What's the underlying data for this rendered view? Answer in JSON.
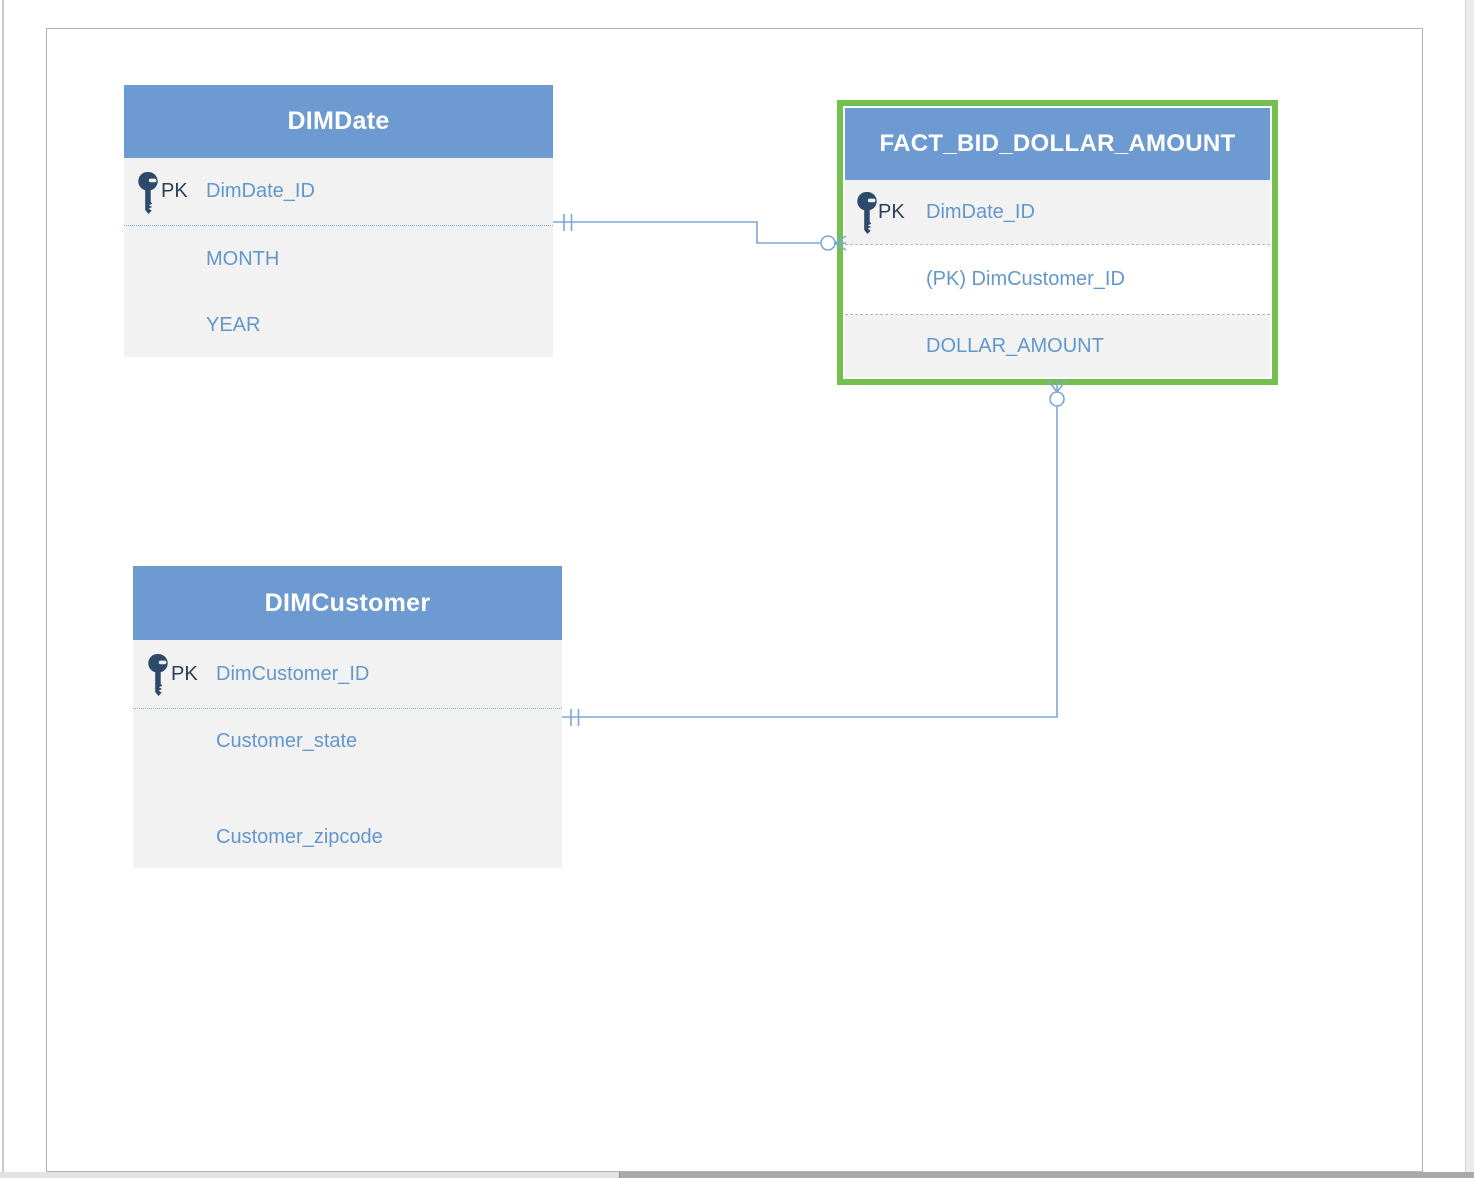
{
  "colors": {
    "table_header_blue": "#6D9BD1",
    "table_body_gray": "#F2F2F2",
    "field_text_blue": "#6397CB",
    "pk_text_dark": "#2B3F55",
    "selection_green": "#74C04F",
    "connector_blue": "#7DA7D8"
  },
  "tables": [
    {
      "name": "DIMDate",
      "selected": false,
      "columns": [
        {
          "key": "PK",
          "label": "DimDate_ID"
        },
        {
          "key": "",
          "label": "MONTH"
        },
        {
          "key": "",
          "label": "YEAR"
        }
      ]
    },
    {
      "name": "FACT_BID_DOLLAR_AMOUNT",
      "selected": true,
      "columns": [
        {
          "key": "PK",
          "label": "DimDate_ID"
        },
        {
          "key": "",
          "label": "(PK) DimCustomer_ID"
        },
        {
          "key": "",
          "label": "DOLLAR_AMOUNT"
        }
      ]
    },
    {
      "name": "DIMCustomer",
      "selected": false,
      "columns": [
        {
          "key": "PK",
          "label": "DimCustomer_ID"
        },
        {
          "key": "",
          "label": "Customer_state"
        },
        {
          "key": "",
          "label": "Customer_zipcode"
        }
      ]
    }
  ],
  "relationships": [
    {
      "from_table": "DIMDate",
      "to_table": "FACT_BID_DOLLAR_AMOUNT",
      "from_cardinality": "one-and-only-one",
      "to_cardinality": "zero-or-many"
    },
    {
      "from_table": "DIMCustomer",
      "to_table": "FACT_BID_DOLLAR_AMOUNT",
      "from_cardinality": "one-and-only-one",
      "to_cardinality": "zero-or-many"
    }
  ]
}
